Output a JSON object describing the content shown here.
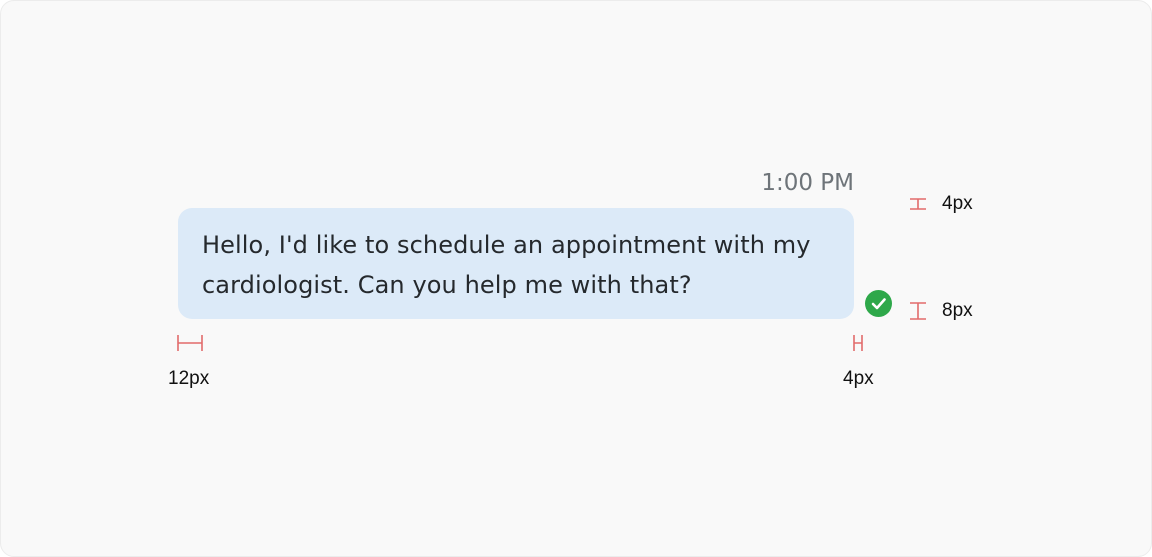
{
  "message": {
    "timestamp": "1:00 PM",
    "text": "Hello, I'd like to schedule an appointment with my cardiologist. Can you help me with that?",
    "status_icon": "check-circle-icon"
  },
  "colors": {
    "bubble_background": "#dceaf8",
    "status_green": "#2ea84a",
    "spec_marker": "#e26b6b",
    "timestamp_text": "#6e7479"
  },
  "annotations": {
    "timestamp_gap": "4px",
    "status_gap": "8px",
    "bubble_padding": "12px",
    "status_offset": "4px"
  }
}
